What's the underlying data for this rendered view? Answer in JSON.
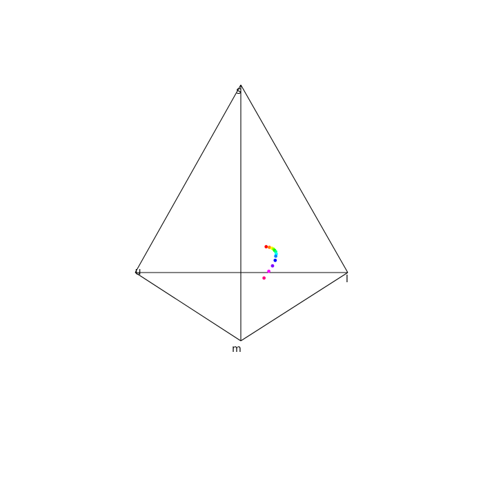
{
  "chart_data": {
    "type": "scatter",
    "projection": "tetrahedron",
    "grid": false,
    "legend": "none",
    "vertices": [
      {
        "key": "s",
        "label": "s"
      },
      {
        "key": "u",
        "label": "u"
      },
      {
        "key": "l",
        "label": "l"
      },
      {
        "key": "m",
        "label": "m"
      }
    ],
    "edges": [
      [
        "s",
        "u"
      ],
      [
        "s",
        "l"
      ],
      [
        "s",
        "m"
      ],
      [
        "u",
        "l"
      ],
      [
        "u",
        "m"
      ],
      [
        "l",
        "m"
      ]
    ],
    "points": [
      {
        "s": 0.225,
        "u": 0.15,
        "l": 0.385,
        "m": 0.24,
        "color": "#ff0000"
      },
      {
        "s": 0.22,
        "u": 0.14,
        "l": 0.405,
        "m": 0.235,
        "color": "#ff8000"
      },
      {
        "s": 0.215,
        "u": 0.13,
        "l": 0.42,
        "m": 0.235,
        "color": "#ffff00"
      },
      {
        "s": 0.21,
        "u": 0.125,
        "l": 0.43,
        "m": 0.235,
        "color": "#80ff00"
      },
      {
        "s": 0.205,
        "u": 0.12,
        "l": 0.435,
        "m": 0.24,
        "color": "#00ff00"
      },
      {
        "s": 0.2,
        "u": 0.115,
        "l": 0.44,
        "m": 0.245,
        "color": "#00ff80"
      },
      {
        "s": 0.19,
        "u": 0.115,
        "l": 0.445,
        "m": 0.25,
        "color": "#00ffff"
      },
      {
        "s": 0.18,
        "u": 0.12,
        "l": 0.445,
        "m": 0.255,
        "color": "#0080ff"
      },
      {
        "s": 0.165,
        "u": 0.12,
        "l": 0.44,
        "m": 0.275,
        "color": "#0000ff"
      },
      {
        "s": 0.145,
        "u": 0.13,
        "l": 0.425,
        "m": 0.3,
        "color": "#8000ff"
      },
      {
        "s": 0.125,
        "u": 0.145,
        "l": 0.405,
        "m": 0.325,
        "color": "#ff00ff"
      },
      {
        "s": 0.1,
        "u": 0.165,
        "l": 0.38,
        "m": 0.355,
        "color": "#ff0080"
      }
    ]
  }
}
